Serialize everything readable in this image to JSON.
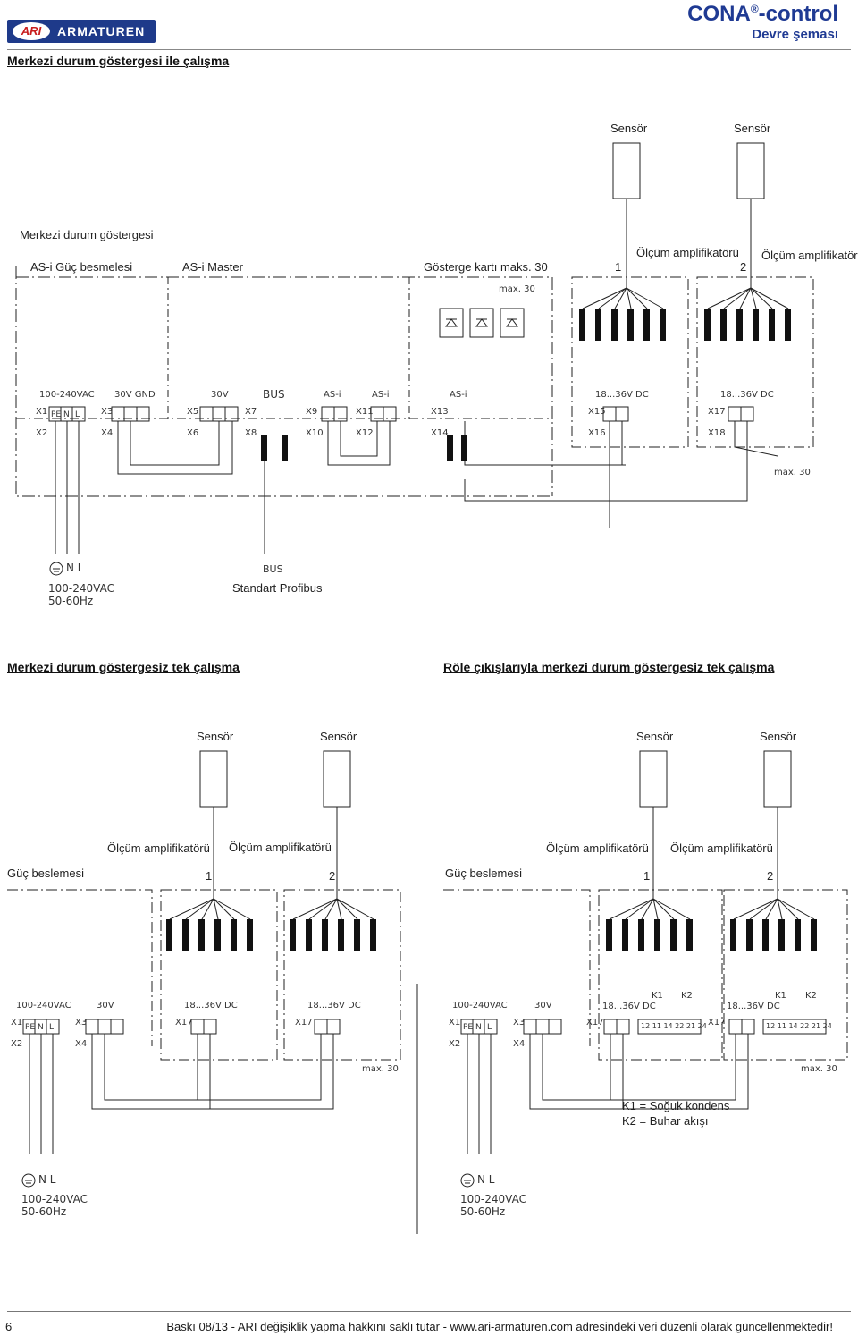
{
  "header": {
    "logo_mark": "ARI",
    "logo_text": "ARMATUREN",
    "product": "CONA",
    "product_reg": "®",
    "product_suffix": "-control",
    "doc_type": "Devre şeması"
  },
  "section1": {
    "title": "Merkezi durum göstergesi ile çalışma",
    "sensor1": "Sensör",
    "sensor2": "Sensör",
    "central_label": "Merkezi durum göstergesi",
    "asi_power": "AS-i Güç besmelesi",
    "asi_master": "AS-i Master",
    "display_card": "Gösterge kartı maks. 30",
    "display_max": "max. 30",
    "amp1_label": "Ölçüm amplifikatörü",
    "amp1_num": "1",
    "amp2_label": "Ölçüm amplifikatörü",
    "amp2_num": "2",
    "t_100_240": "100-240VAC",
    "t_30v_gnd": "30V GND",
    "t_30v": "30V",
    "t_bus": "BUS",
    "t_asi1": "AS-i",
    "t_asi2": "AS-i",
    "t_asi3": "AS-i",
    "t_18_36_a": "18...36V DC",
    "t_18_36_b": "18...36V DC",
    "x1": "X1",
    "x2": "X2",
    "x3": "X3",
    "x4": "X4",
    "x5": "X5",
    "x6": "X6",
    "x7": "X7",
    "x8": "X8",
    "x9": "X9",
    "x10": "X10",
    "x11": "X11",
    "x12": "X12",
    "x13": "X13",
    "x14": "X14",
    "x15": "X15",
    "x16": "X16",
    "x17": "X17",
    "x18": "X18",
    "pe": "PE",
    "n": "N",
    "l": "L",
    "max30": "max. 30",
    "mains_nl": "N L",
    "mains_v": "100-240VAC",
    "mains_hz": "50-60Hz",
    "bus_label": "BUS",
    "bus_std": "Standart Profibus"
  },
  "section2": {
    "title": "Merkezi durum göstergesiz tek çalışma",
    "sensor1": "Sensör",
    "sensor2": "Sensör",
    "amp1_label": "Ölçüm amplifikatörü",
    "amp2_label": "Ölçüm amplifikatörü",
    "amp1_num": "1",
    "amp2_num": "2",
    "power": "Güç beslemesi",
    "t_100_240": "100-240VAC",
    "t_30v": "30V",
    "t_18_36_a": "18...36V DC",
    "t_18_36_b": "18...36V DC",
    "x1": "X1",
    "x2": "X2",
    "x3": "X3",
    "x4": "X4",
    "x17a": "X17",
    "x17b": "X17",
    "pe": "PE",
    "n": "N",
    "l": "L",
    "max30": "max. 30",
    "mains_nl": "N L",
    "mains_v": "100-240VAC",
    "mains_hz": "50-60Hz"
  },
  "section3": {
    "title": "Röle çıkışlarıyla merkezi durum göstergesiz tek çalışma",
    "sensor1": "Sensör",
    "sensor2": "Sensör",
    "amp1_label": "Ölçüm amplifikatörü",
    "amp2_label": "Ölçüm amplifikatörü",
    "amp1_num": "1",
    "amp2_num": "2",
    "power": "Güç beslemesi",
    "t_100_240": "100-240VAC",
    "t_30v": "30V",
    "t_18_36_a": "18...36V DC",
    "t_18_36_b": "18...36V DC",
    "k1a": "K1",
    "k2a": "K2",
    "k1b": "K1",
    "k2b": "K2",
    "relay_pins": "12 11 14 22 21 24",
    "x1": "X1",
    "x2": "X2",
    "x3": "X3",
    "x4": "X4",
    "x17a": "X17",
    "x17b": "X17",
    "pe": "PE",
    "n": "N",
    "l": "L",
    "max30": "max. 30",
    "legend_k1": "K1 = Soğuk kondens",
    "legend_k2": "K2 = Buhar akışı",
    "mains_nl": "N L",
    "mains_v": "100-240VAC",
    "mains_hz": "50-60Hz"
  },
  "footer": {
    "page": "6",
    "text": "Baskı 08/13 - ARI değişiklik yapma hakkını saklı tutar - www.ari-armaturen.com adresindeki veri düzenli olarak güncellenmektedir!"
  }
}
